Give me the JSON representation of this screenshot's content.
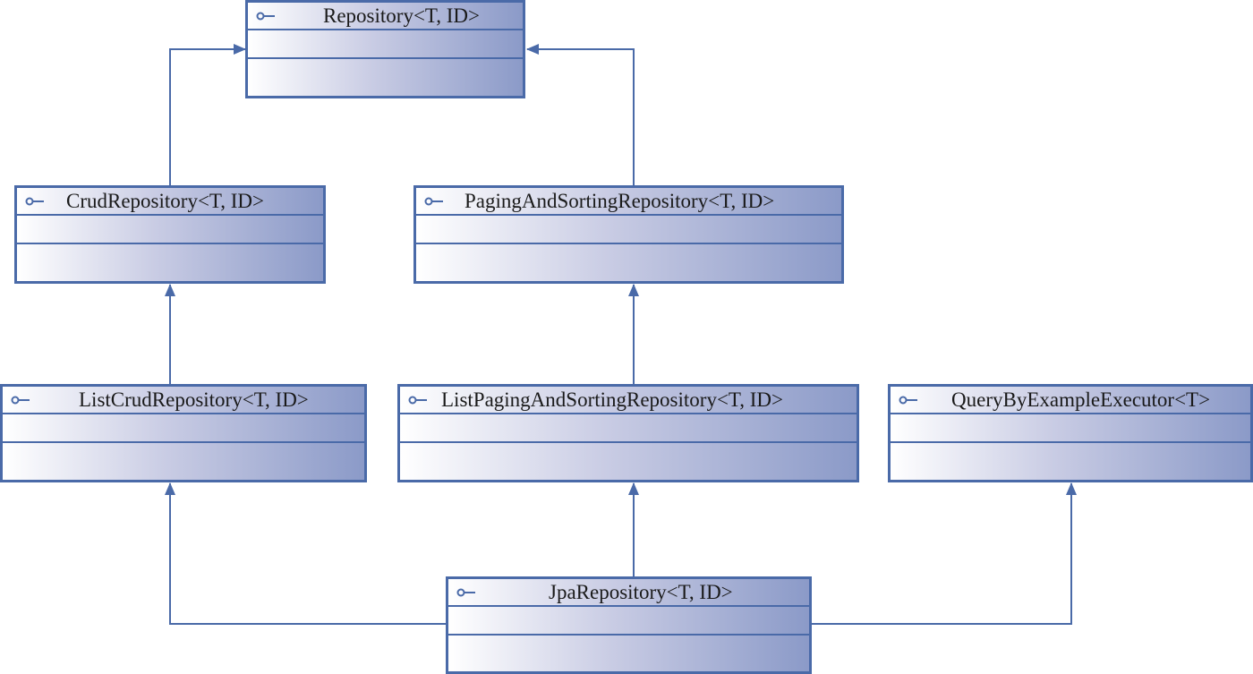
{
  "diagram": {
    "accent": "#4a6aa8",
    "icon": "interface-icon",
    "nodes": [
      {
        "id": "repository",
        "label": "Repository<T,  ID>"
      },
      {
        "id": "crud",
        "label": "CrudRepository<T,  ID>"
      },
      {
        "id": "paging",
        "label": "PagingAndSortingRepository<T,  ID>"
      },
      {
        "id": "listcrud",
        "label": "ListCrudRepository<T,  ID>"
      },
      {
        "id": "listpaging",
        "label": "ListPagingAndSortingRepository<T,  ID>"
      },
      {
        "id": "qbe",
        "label": "QueryByExampleExecutor<T>"
      },
      {
        "id": "jpa",
        "label": "JpaRepository<T,  ID>"
      }
    ]
  }
}
